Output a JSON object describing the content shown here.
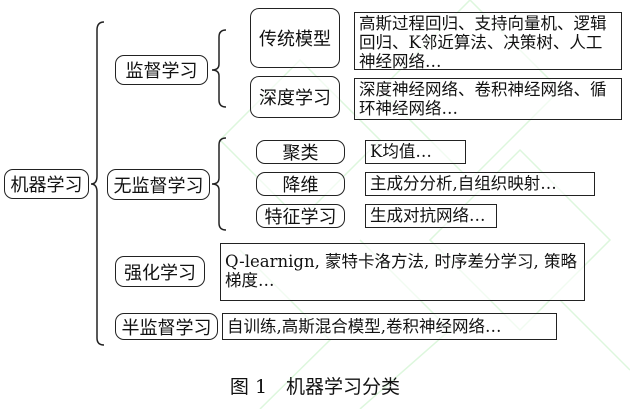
{
  "root": "机器学习",
  "branches": {
    "supervised": {
      "label": "监督学习",
      "traditional": {
        "label": "传统模型",
        "text": "高斯过程回归、支持向量机、逻辑回归、K邻近算法、决策树、人工神经网络…"
      },
      "deep": {
        "label": "深度学习",
        "text": "深度神经网络、卷积神经网络、循环神经网络…"
      }
    },
    "unsupervised": {
      "label": "无监督学习",
      "clustering": {
        "label": "聚类",
        "text": "K均值…"
      },
      "reduction": {
        "label": "降维",
        "text": "主成分分析,自组织映射…"
      },
      "feature": {
        "label": "特征学习",
        "text": "生成对抗网络…"
      }
    },
    "reinforcement": {
      "label": "强化学习",
      "text": "Q-learnign, 蒙特卡洛方法, 时序差分学习, 策略梯度…"
    },
    "semi": {
      "label": "半监督学习",
      "text": "自训练,高斯混合模型,卷积神经网络…"
    }
  },
  "caption": "图 1　机器学习分类",
  "colors": {
    "line": "#222222",
    "watermark": "#d8f5d8"
  }
}
